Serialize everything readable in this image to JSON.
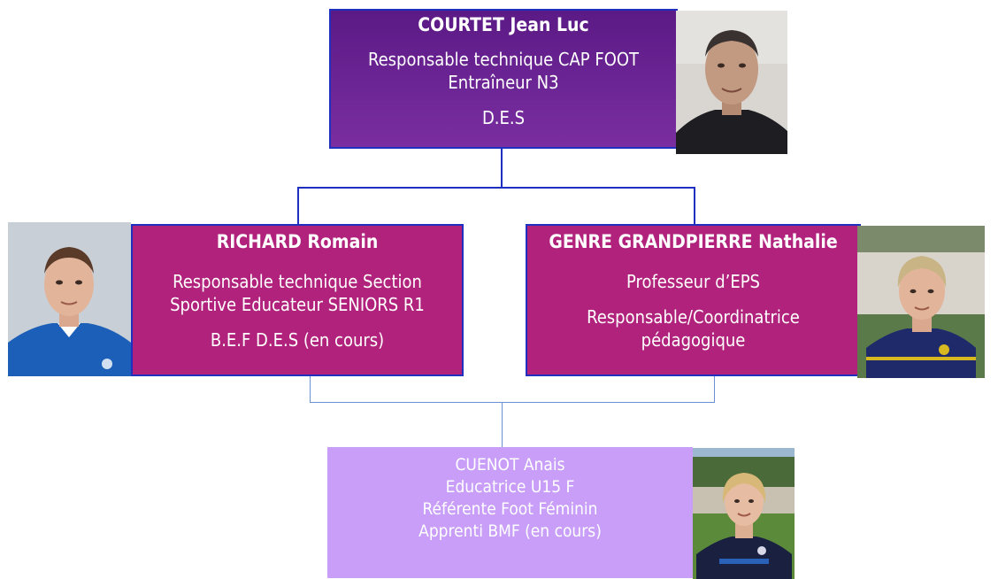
{
  "top": {
    "name": "COURTET Jean Luc",
    "lines": [
      "Responsable technique CAP FOOT",
      "Entraîneur N3",
      "D.E.S"
    ]
  },
  "left": {
    "name": "RICHARD Romain",
    "lines": [
      "Responsable technique Section",
      "Sportive Educateur SENIORS R1",
      "B.E.F  D.E.S (en cours)"
    ]
  },
  "right": {
    "name": "GENRE GRANDPIERRE Nathalie",
    "lines": [
      "Professeur d’EPS",
      "Responsable/Coordinatrice",
      "pédagogique"
    ]
  },
  "bottom": {
    "lines": [
      "CUENOT Anais",
      "Educatrice  U15 F",
      "Référente Foot Féminin",
      "Apprenti  BMF (en cours)"
    ]
  },
  "colors": {
    "top_box": "#6a2496",
    "mid_boxes": "#b0227c",
    "bottom_box": "#c89ef8",
    "connector_dark": "#1f2fbf",
    "connector_light": "#6d8fd6"
  }
}
